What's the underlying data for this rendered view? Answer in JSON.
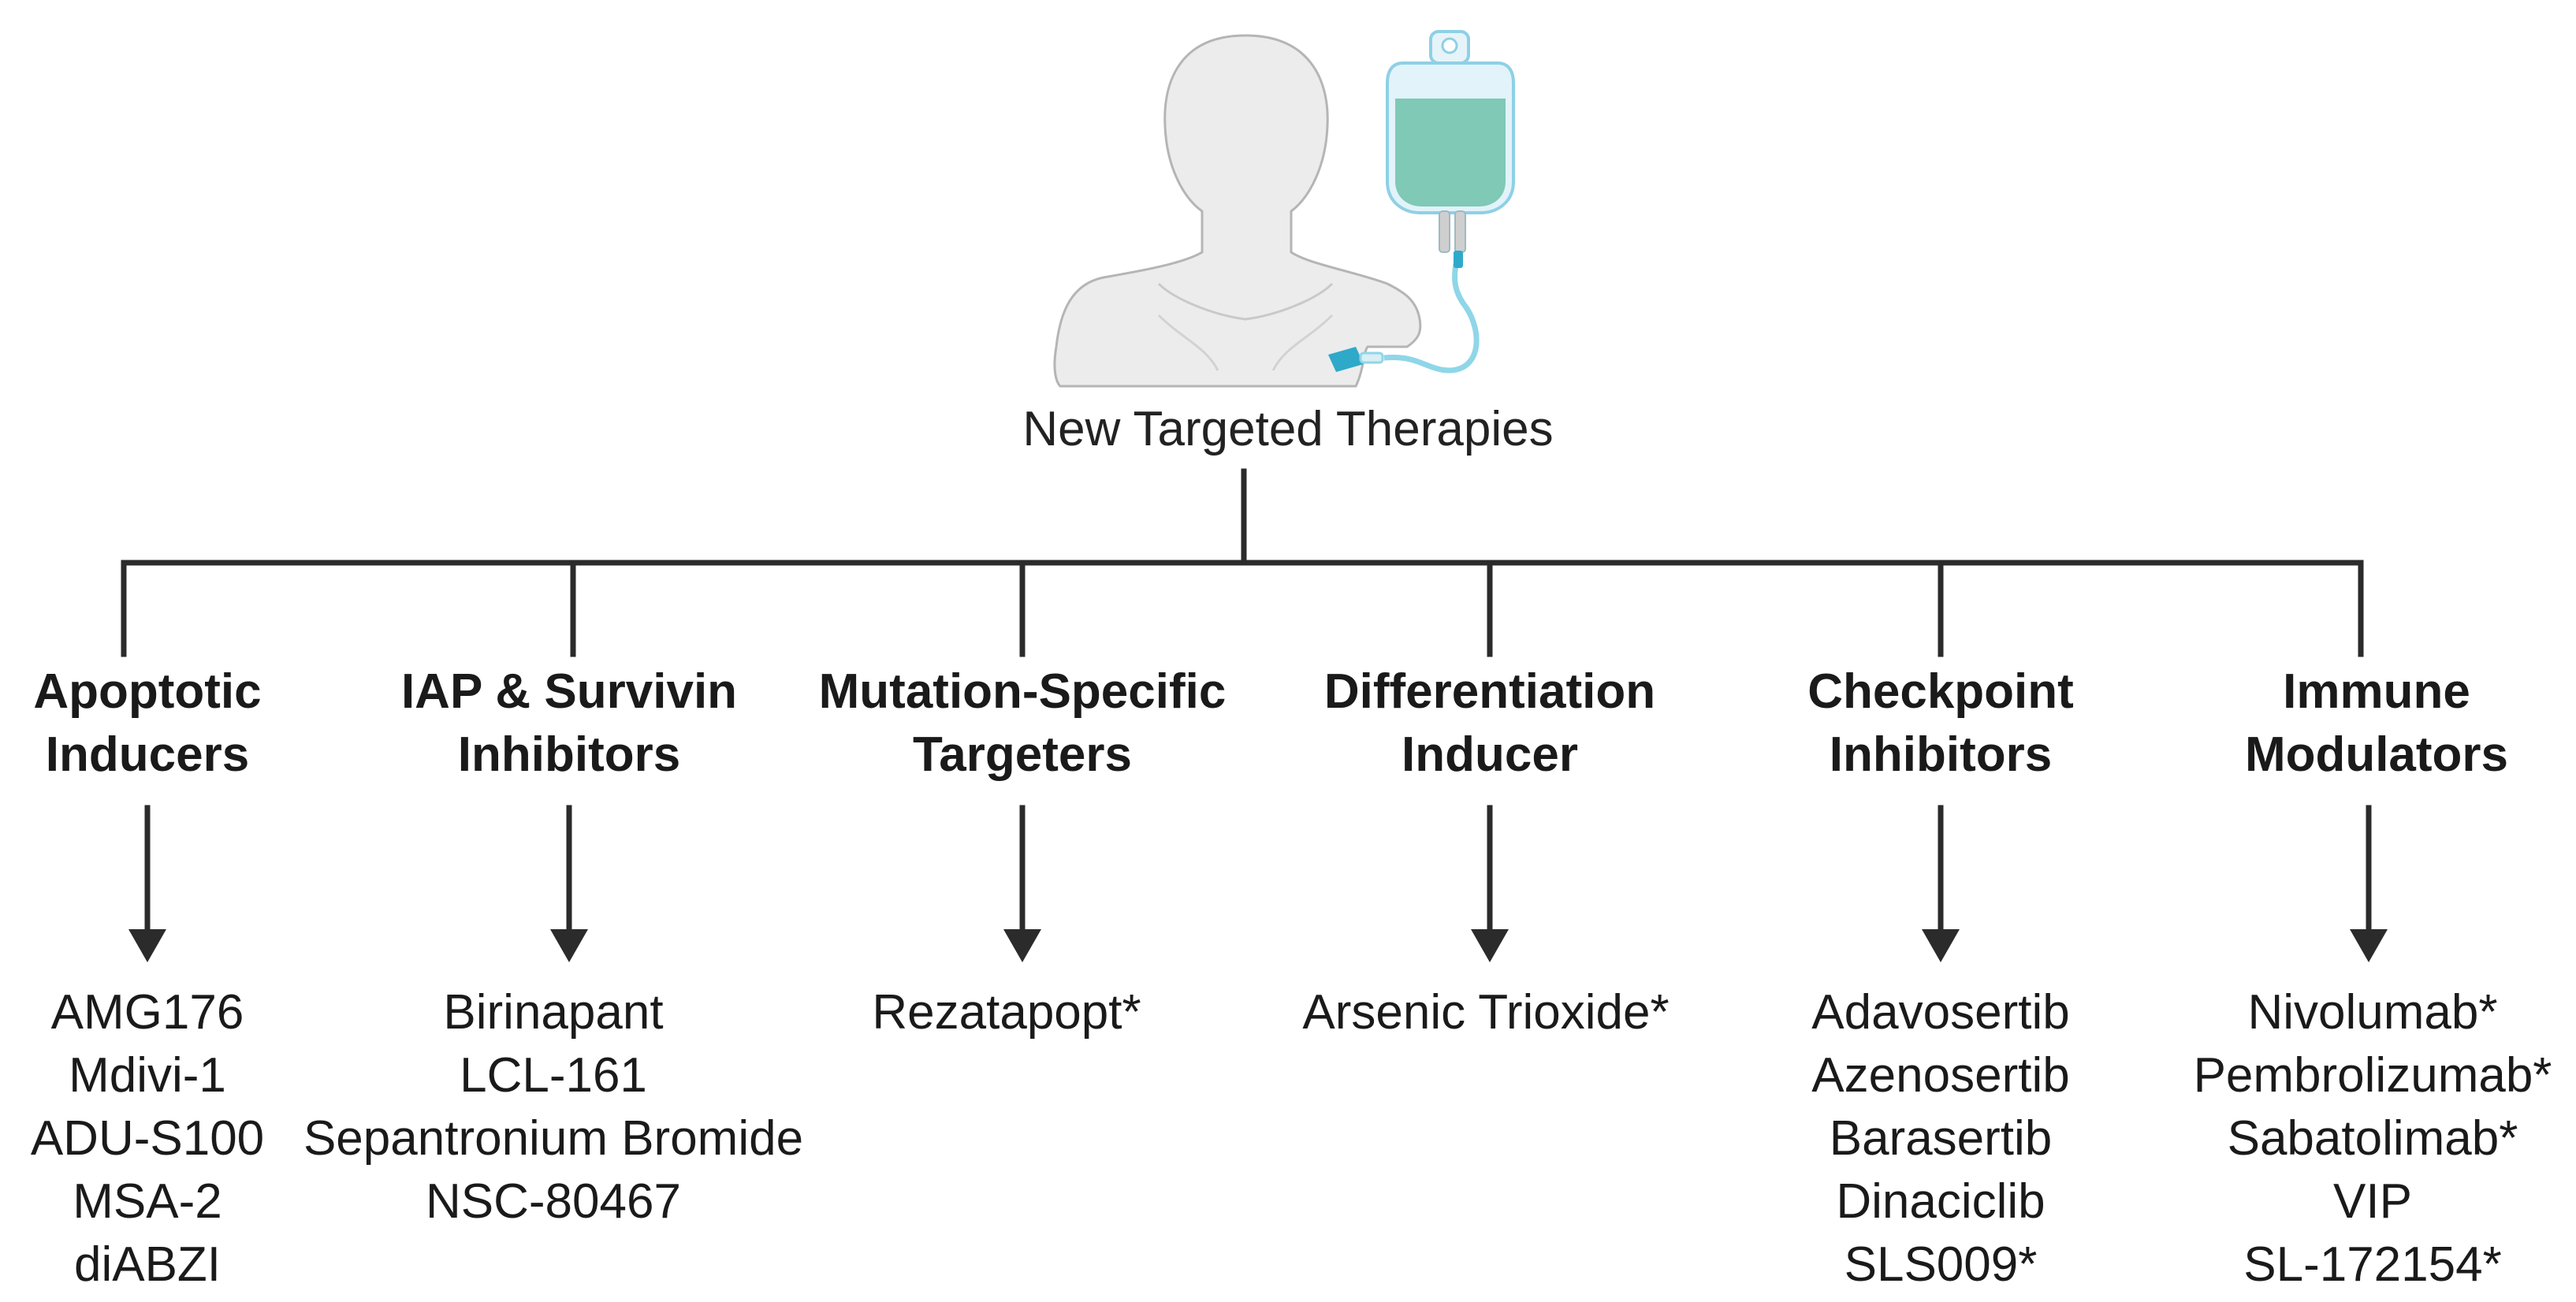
{
  "diagram": {
    "root_label": "New Targeted Therapies",
    "categories": [
      {
        "title_line1": "Apoptotic",
        "title_line2": "Inducers",
        "items": [
          "AMG176",
          "Mdivi-1",
          "ADU-S100",
          "MSA-2",
          "diABZI"
        ]
      },
      {
        "title_line1": "IAP & Survivin",
        "title_line2": "Inhibitors",
        "items": [
          "Birinapant",
          "LCL-161",
          "Sepantronium Bromide",
          "NSC-80467"
        ]
      },
      {
        "title_line1": "Mutation-Specific",
        "title_line2": "Targeters",
        "items": [
          "Rezatapopt*"
        ]
      },
      {
        "title_line1": "Differentiation",
        "title_line2": "Inducer",
        "items": [
          "Arsenic Trioxide*"
        ]
      },
      {
        "title_line1": "Checkpoint",
        "title_line2": "Inhibitors",
        "items": [
          "Adavosertib",
          "Azenosertib",
          "Barasertib",
          "Dinaciclib",
          "SLS009*"
        ]
      },
      {
        "title_line1": "Immune",
        "title_line2": "Modulators",
        "items": [
          "Nivolumab*",
          "Pembrolizumab*",
          "Sabatolimab*",
          "VIP",
          "SL-172154*"
        ]
      }
    ]
  },
  "colors": {
    "line": "#2b2b2b",
    "body_fill": "#ececec",
    "body_stroke": "#b5b5b5",
    "bag_fluid": "#7fc9b6",
    "bag_outline": "#8ed0e6",
    "tube": "#8fd6e8",
    "needle": "#2fa9c9"
  },
  "illustration": {
    "subject": "patient-silhouette",
    "device": "iv-infusion-bag"
  }
}
